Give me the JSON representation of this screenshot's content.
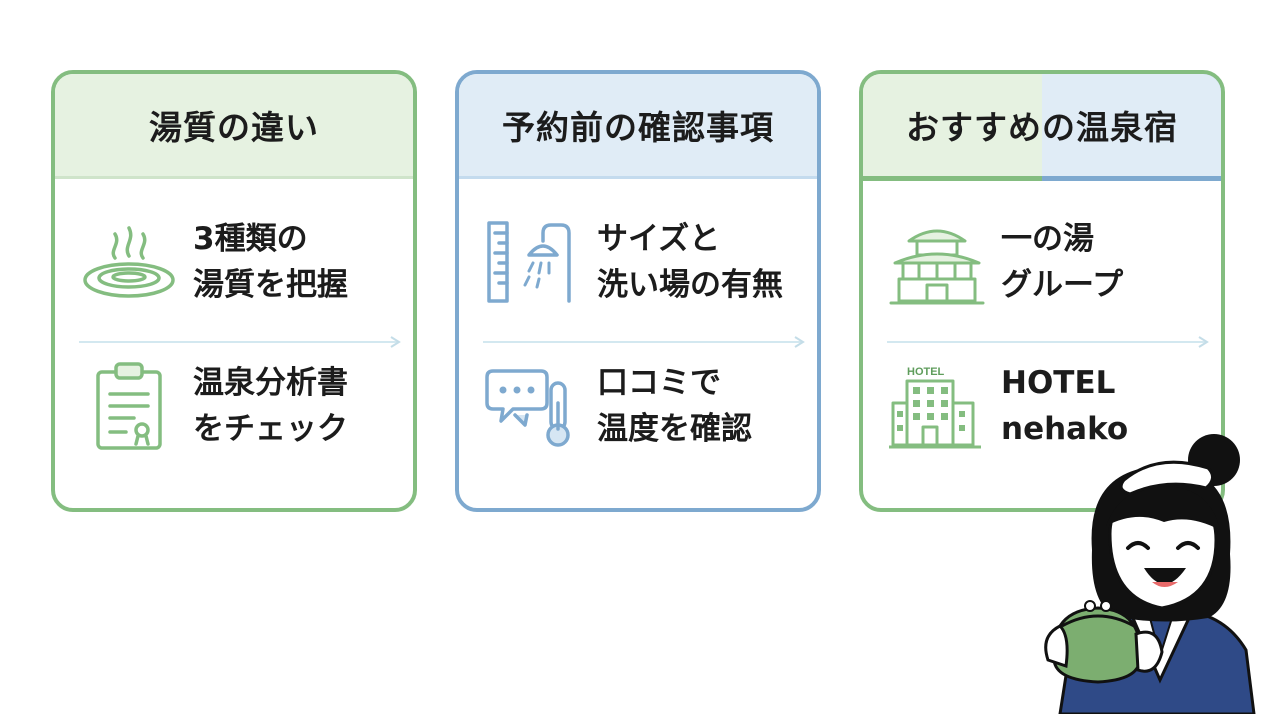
{
  "cards": [
    {
      "title": "湯質の違い",
      "items": [
        {
          "line1": "3種類の",
          "line2": "湯質を把握",
          "icon": "hot-spring-icon"
        },
        {
          "line1": "温泉分析書",
          "line2": "をチェック",
          "icon": "clipboard-certificate-icon"
        }
      ]
    },
    {
      "title": "予約前の確認事項",
      "items": [
        {
          "line1": "サイズと",
          "line2": "洗い場の有無",
          "icon": "ruler-shower-icon"
        },
        {
          "line1": "口コミで",
          "line2": "温度を確認",
          "icon": "chat-thermometer-icon"
        }
      ]
    },
    {
      "title": "おすすめの温泉宿",
      "items": [
        {
          "line1": "一の湯",
          "line2": "グループ",
          "icon": "japanese-inn-icon"
        },
        {
          "line1": "HOTEL",
          "line2": "nehako",
          "icon": "hotel-building-icon"
        }
      ]
    }
  ],
  "hotel_sign": "HOTEL",
  "colors": {
    "green": "#84bd80",
    "blue": "#7ea9cf",
    "green_bg": "#e6f2e1",
    "blue_bg": "#e0ecf6"
  }
}
